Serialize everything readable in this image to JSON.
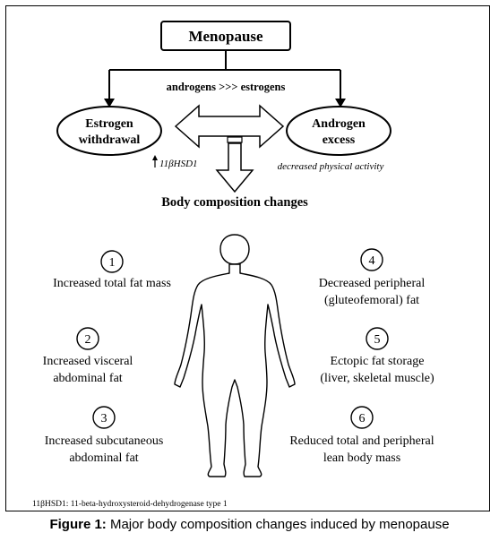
{
  "diagram": {
    "top_box": "Menopause",
    "ratio_label": "androgens >>> estrogens",
    "left_ellipse": [
      "Estrogen",
      "withdrawal"
    ],
    "right_ellipse": [
      "Androgen",
      "excess"
    ],
    "hsd_label": "11βHSD1",
    "activity_label": "decreased physical activity",
    "changes_label": "Body composition changes"
  },
  "changes": [
    {
      "num": "1",
      "lines": [
        "Increased total fat mass"
      ]
    },
    {
      "num": "2",
      "lines": [
        "Increased visceral",
        "abdominal fat"
      ]
    },
    {
      "num": "3",
      "lines": [
        "Increased subcutaneous",
        "abdominal fat"
      ]
    },
    {
      "num": "4",
      "lines": [
        "Decreased peripheral",
        "(gluteofemoral) fat"
      ]
    },
    {
      "num": "5",
      "lines": [
        "Ectopic fat storage",
        "(liver, skeletal muscle)"
      ]
    },
    {
      "num": "6",
      "lines": [
        "Reduced total and peripheral",
        "lean body mass"
      ]
    }
  ],
  "footnote": "11βHSD1: 11-beta-hydroxysteroid-dehydrogenase type 1",
  "caption": {
    "label": "Figure 1:",
    "text": "Major body composition changes induced by menopause"
  }
}
